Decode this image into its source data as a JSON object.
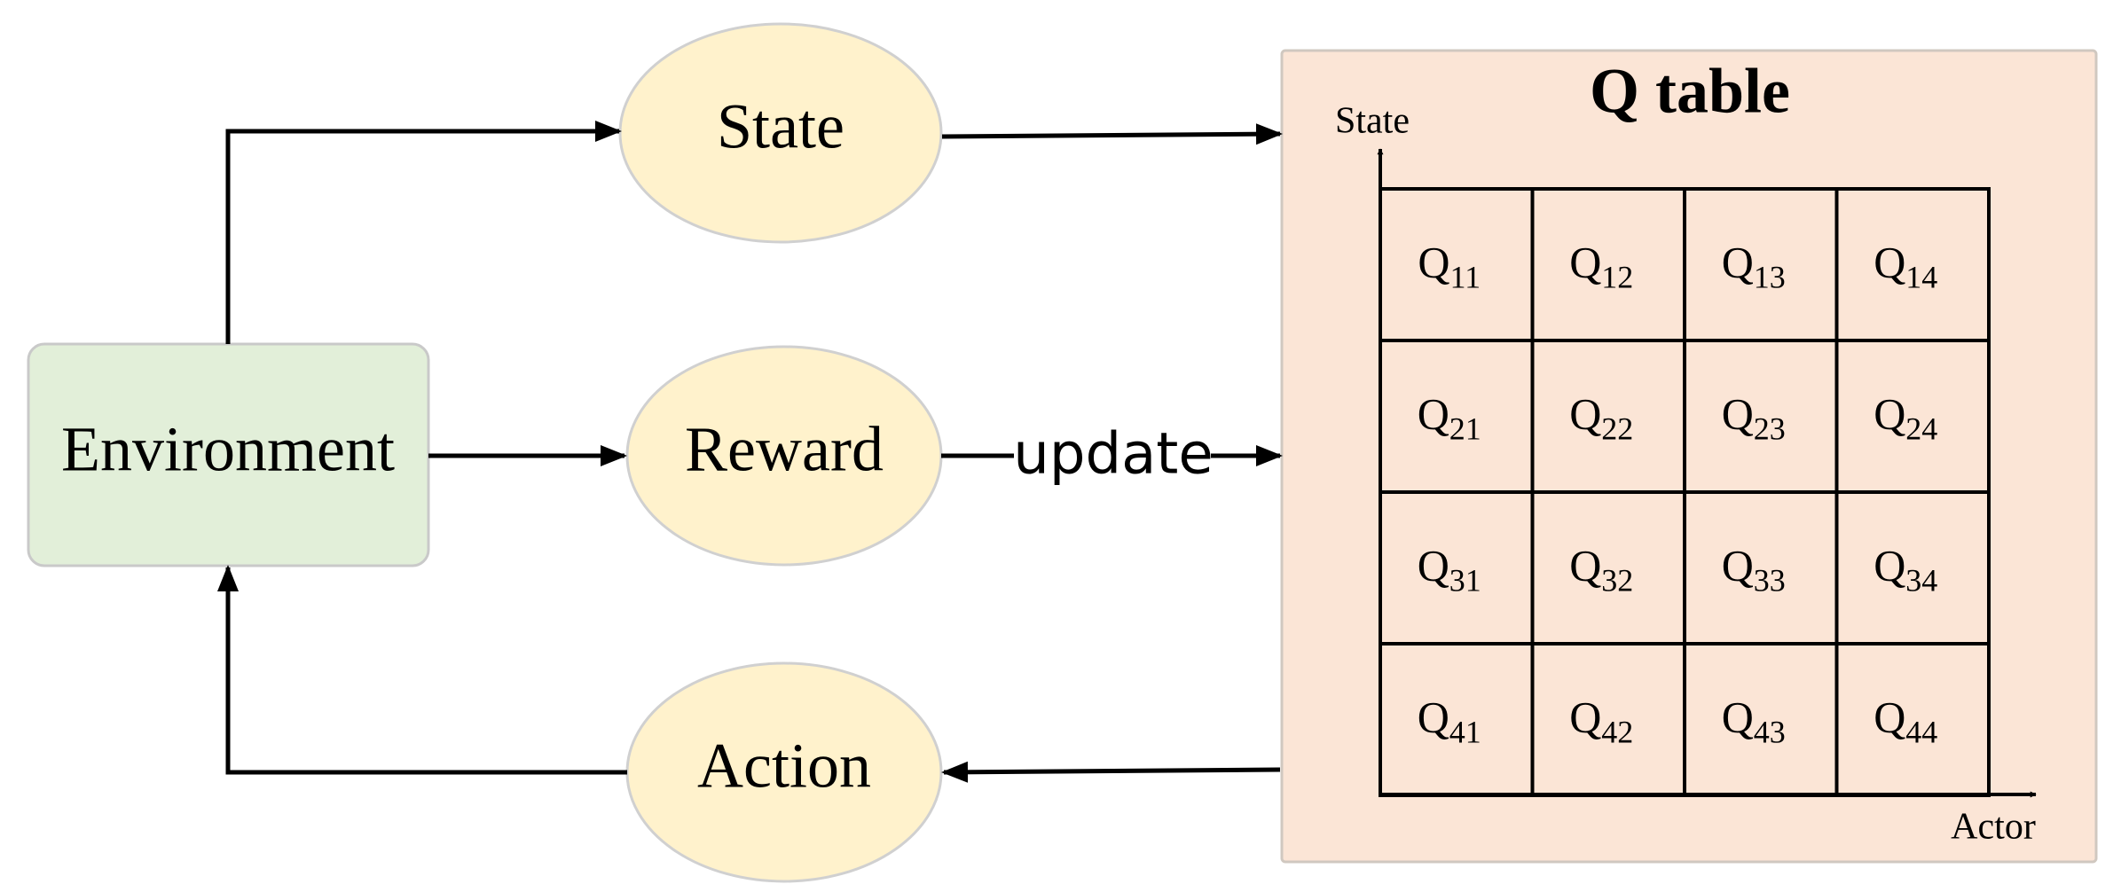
{
  "colors": {
    "environment_fill": "#e2efd9",
    "environment_stroke": "#c9c9c9",
    "ellipse_fill": "#fff2cc",
    "ellipse_stroke": "#d0d0d0",
    "qtable_fill": "#fbe5d6",
    "qtable_stroke": "#d0c8c0",
    "line": "#000000"
  },
  "nodes": {
    "environment": "Environment",
    "state": "State",
    "reward": "Reward",
    "action": "Action"
  },
  "edges": {
    "update_label": "update"
  },
  "qtable": {
    "title": "Q table",
    "y_axis_label": "State",
    "x_axis_label": "Actor",
    "cells": [
      [
        {
          "base": "Q",
          "sub": "11"
        },
        {
          "base": "Q",
          "sub": "12"
        },
        {
          "base": "Q",
          "sub": "13"
        },
        {
          "base": "Q",
          "sub": "14"
        }
      ],
      [
        {
          "base": "Q",
          "sub": "21"
        },
        {
          "base": "Q",
          "sub": "22"
        },
        {
          "base": "Q",
          "sub": "23"
        },
        {
          "base": "Q",
          "sub": "24"
        }
      ],
      [
        {
          "base": "Q",
          "sub": "31"
        },
        {
          "base": "Q",
          "sub": "32"
        },
        {
          "base": "Q",
          "sub": "33"
        },
        {
          "base": "Q",
          "sub": "34"
        }
      ],
      [
        {
          "base": "Q",
          "sub": "41"
        },
        {
          "base": "Q",
          "sub": "42"
        },
        {
          "base": "Q",
          "sub": "43"
        },
        {
          "base": "Q",
          "sub": "44"
        }
      ]
    ]
  }
}
